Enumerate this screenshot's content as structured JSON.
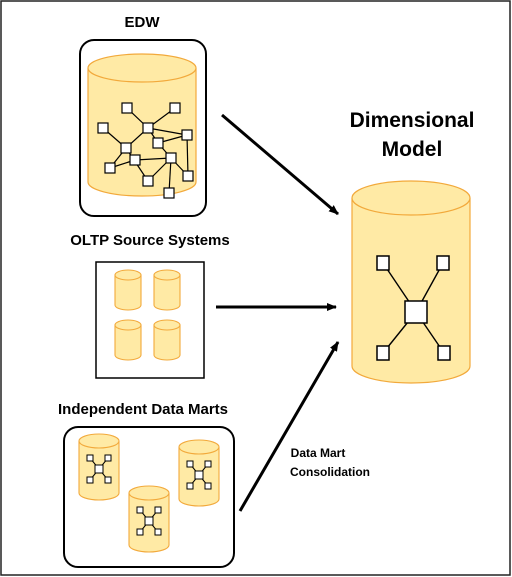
{
  "labels": {
    "edw": "EDW",
    "oltp": "OLTP Source Systems",
    "marts": "Independent Data Marts",
    "dimensional_line1": "Dimensional",
    "dimensional_line2": "Model",
    "consolidation_line1": "Data Mart",
    "consolidation_line2": "Consolidation"
  },
  "colors": {
    "cylinder_fill": "#ffeaa5",
    "cylinder_stroke": "#f2a93b",
    "line": "#000000",
    "background": "#ffffff"
  }
}
